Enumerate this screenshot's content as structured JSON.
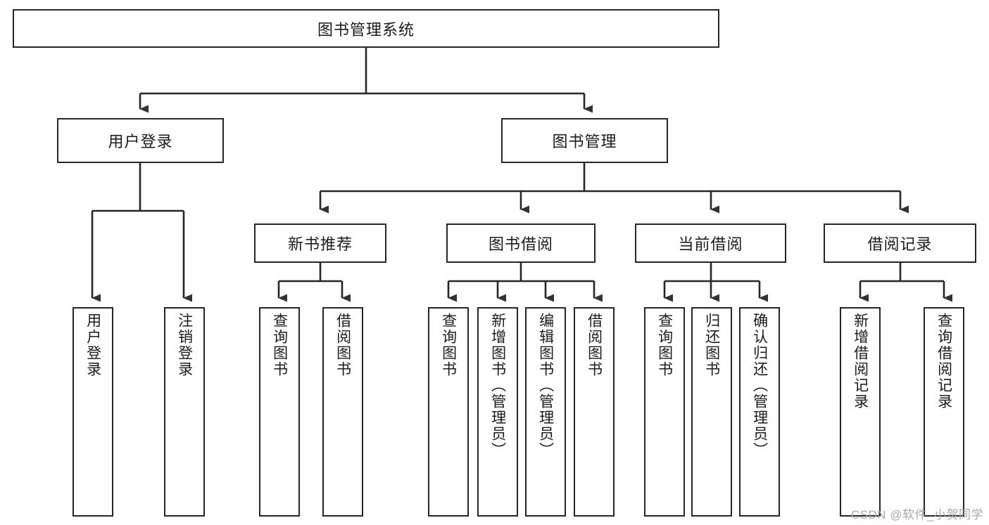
{
  "diagram": {
    "type": "tree",
    "title": "图书管理系统",
    "root": {
      "label": "图书管理系统"
    },
    "level2": [
      {
        "label": "用户登录"
      },
      {
        "label": "图书管理"
      }
    ],
    "level3": [
      {
        "label": "新书推荐",
        "parent": "图书管理"
      },
      {
        "label": "图书借阅",
        "parent": "图书管理"
      },
      {
        "label": "当前借阅",
        "parent": "图书管理"
      },
      {
        "label": "借阅记录",
        "parent": "图书管理"
      }
    ],
    "leaves": {
      "user_login": [
        {
          "label": "用户登录"
        },
        {
          "label": "注销登录"
        }
      ],
      "new_book": [
        {
          "label": "查询图书"
        },
        {
          "label": "借阅图书"
        }
      ],
      "book_borrow": [
        {
          "label": "查询图书"
        },
        {
          "label": "新增图书（管理员）"
        },
        {
          "label": "编辑图书（管理员）"
        },
        {
          "label": "借阅图书"
        }
      ],
      "current_borrow": [
        {
          "label": "查询图书"
        },
        {
          "label": "归还图书"
        },
        {
          "label": "确认归还（管理员）"
        }
      ],
      "borrow_record": [
        {
          "label": "新增借阅记录"
        },
        {
          "label": "查询借阅记录"
        }
      ]
    }
  },
  "watermark": {
    "text": "CSDN @软件_小贺同学"
  },
  "colors": {
    "stroke": "#262626",
    "fill": "#ffffff",
    "text": "#1b1b1b",
    "watermark": "#a8a8a8"
  }
}
